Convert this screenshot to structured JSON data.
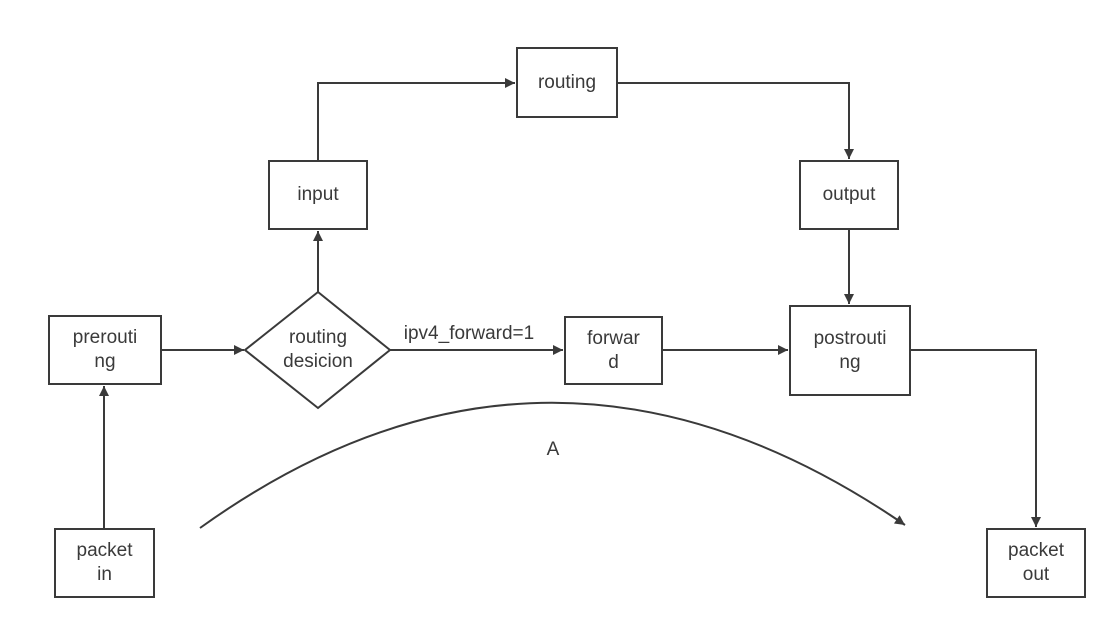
{
  "diagram": {
    "nodes": {
      "routing": {
        "label": "routing",
        "shape": "rect"
      },
      "input": {
        "label": "input",
        "shape": "rect"
      },
      "output": {
        "label": "output",
        "shape": "rect"
      },
      "prerouting": {
        "label": "prerouti\nng",
        "shape": "rect"
      },
      "routing_decision": {
        "label": "routing\ndesicion",
        "shape": "diamond"
      },
      "forward": {
        "label": "forwar\nd",
        "shape": "rect"
      },
      "postrouting": {
        "label": "postrouti\nng",
        "shape": "rect"
      },
      "packet_in": {
        "label": "packet\nin",
        "shape": "rect"
      },
      "packet_out": {
        "label": "packet\nout",
        "shape": "rect"
      }
    },
    "edge_labels": {
      "forward_condition": "ipv4_forward=1",
      "arc": "A"
    },
    "colors": {
      "stroke": "#3a3a3a",
      "background": "#ffffff"
    }
  }
}
